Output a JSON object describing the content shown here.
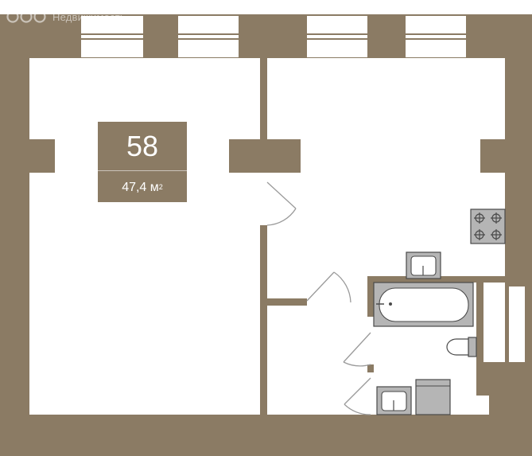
{
  "watermark": {
    "text": "Недвижимость"
  },
  "apartment": {
    "number": "58",
    "area_value": "47,4 м",
    "area_superscript": "2"
  },
  "colors": {
    "wall": "#8b7b64",
    "fixture_fill": "#b5b5b5",
    "fixture_stroke": "#4a4a4a",
    "floor": "#ffffff",
    "door_line": "#9a9a9a"
  },
  "icons": [
    "stove-icon",
    "sink-icon",
    "bathtub-icon",
    "toilet-icon",
    "washbasin-icon",
    "washing-machine-icon",
    "door-swing-icon",
    "window-icon"
  ]
}
